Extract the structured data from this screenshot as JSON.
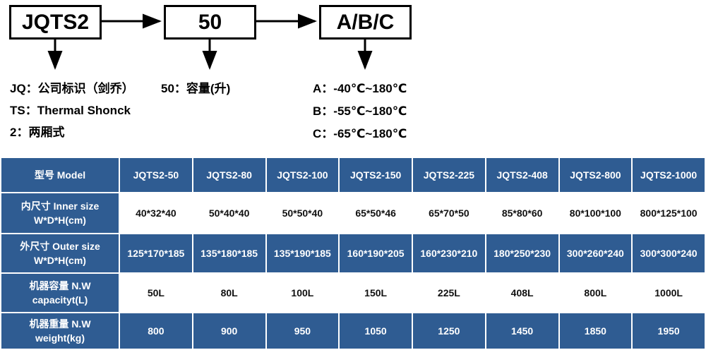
{
  "diagram": {
    "boxes": [
      {
        "id": "model",
        "label": "JQTS2"
      },
      {
        "id": "capacity",
        "label": "50"
      },
      {
        "id": "temperature",
        "label": "A/B/C"
      }
    ],
    "legend_left": [
      "JQ：公司标识（剑乔）",
      "TS：Thermal Shonck",
      "2：两厢式"
    ],
    "legend_middle": [
      "50：容量(升)"
    ],
    "legend_right": [
      "A：-40℃~180℃",
      "B：-55℃~180℃",
      "C：-65℃~180℃"
    ]
  },
  "table": {
    "columns": [
      "型号 Model",
      "JQTS2-50",
      "JQTS2-80",
      "JQTS2-100",
      "JQTS2-150",
      "JQTS2-225",
      "JQTS2-408",
      "JQTS2-800",
      "JQTS2-1000"
    ],
    "rows": [
      {
        "label_line1": "内尺寸 Inner size",
        "label_line2": "W*D*H(cm)",
        "style": "white",
        "values": [
          "40*32*40",
          "50*40*40",
          "50*50*40",
          "65*50*46",
          "65*70*50",
          "85*80*60",
          "80*100*100",
          "800*125*100"
        ]
      },
      {
        "label_line1": "外尺寸 Outer size",
        "label_line2": "W*D*H(cm)",
        "style": "blue",
        "values": [
          "125*170*185",
          "135*180*185",
          "135*190*185",
          "160*190*205",
          "160*230*210",
          "180*250*230",
          "300*260*240",
          "300*300*240"
        ]
      },
      {
        "label_line1": "机器容量 N.W",
        "label_line2": "capacityt(L)",
        "style": "white",
        "values": [
          "50L",
          "80L",
          "100L",
          "150L",
          "225L",
          "408L",
          "800L",
          "1000L"
        ]
      },
      {
        "label_line1": "机器重量 N.W",
        "label_line2": "weight(kg)",
        "style": "blue",
        "values": [
          "800",
          "900",
          "950",
          "1050",
          "1250",
          "1450",
          "1850",
          "1950"
        ]
      }
    ]
  },
  "colors": {
    "table_blue": "#2f5c92",
    "table_white": "#ffffff",
    "text_dark": "#111111",
    "line_black": "#000000"
  }
}
